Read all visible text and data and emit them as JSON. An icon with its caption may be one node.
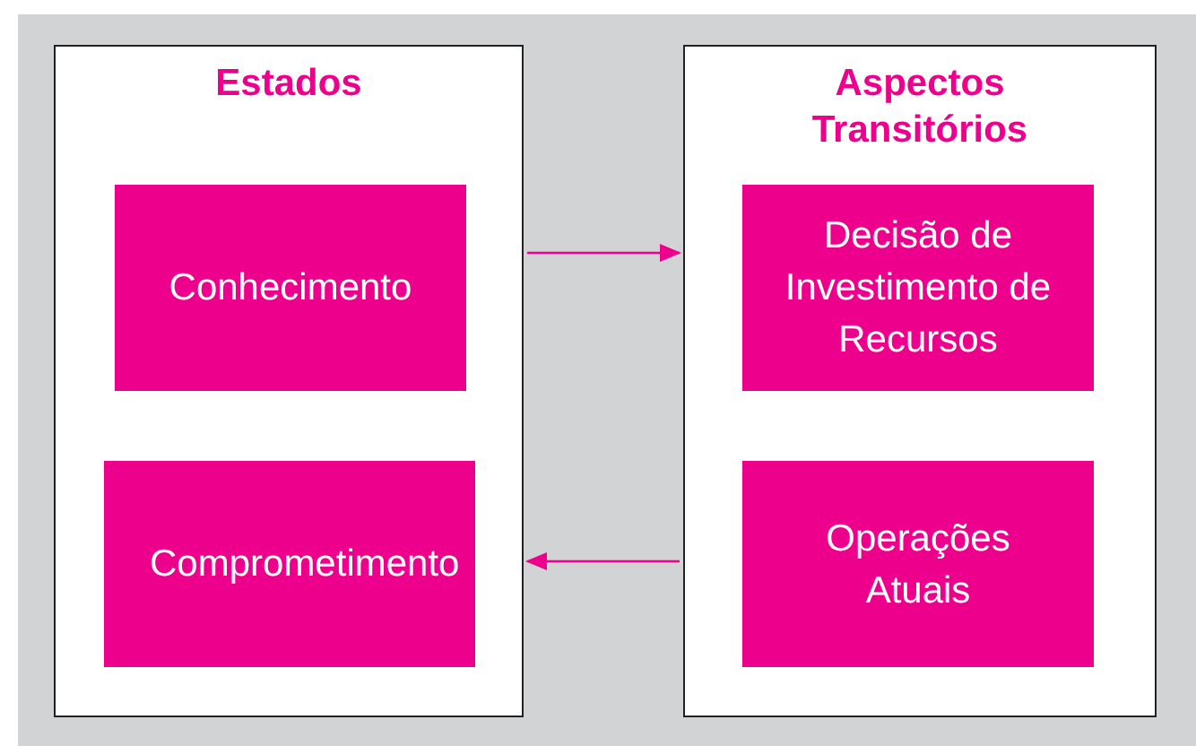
{
  "diagram": {
    "nodes": [
      {
        "text": [
          "Estados"
        ]
      },
      {
        "text": [
          "Conhecimento"
        ],
        "in": 0
      },
      {
        "text": [
          "Comprometimento"
        ],
        "in": 0
      },
      {
        "text": [
          "Aspectos Transitórios"
        ]
      },
      {
        "text": [
          "Decisão de Investimento de Recursos"
        ],
        "in": 3
      },
      {
        "text": [
          "Operações Atuais"
        ],
        "in": 3
      }
    ],
    "edges": [
      {
        "from": 0,
        "to": 3,
        "arrow": "to"
      },
      {
        "from": 3,
        "to": 0,
        "arrow": "to"
      }
    ]
  }
}
